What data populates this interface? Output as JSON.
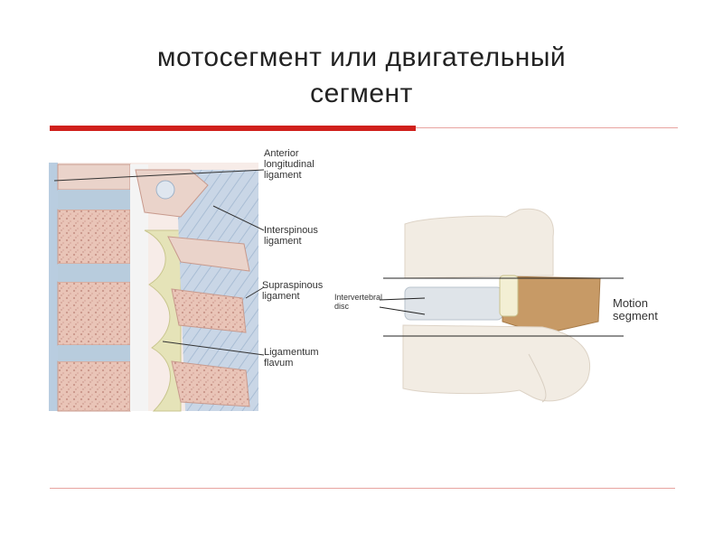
{
  "title": {
    "line1": "мотосегмент или двигательный",
    "line2": "сегмент"
  },
  "colors": {
    "accent_red": "#d0201c",
    "rule": "#e8a3a0",
    "bone": "#f1d9cf",
    "disc": "#b8ccdd",
    "flavum": "#e5e3b8"
  },
  "left_figure": {
    "labels": {
      "anterior": [
        "Anterior",
        "longitudinal",
        "ligament"
      ],
      "interspinous": [
        "Interspinous",
        "ligament"
      ],
      "supraspinous": [
        "Supraspinous",
        "ligament"
      ],
      "flavum": [
        "Ligamentum",
        "flavum"
      ]
    }
  },
  "right_figure": {
    "labels": {
      "disc": [
        "Intervertebral",
        "disc"
      ],
      "motion": [
        "Motion",
        "segment"
      ]
    }
  }
}
